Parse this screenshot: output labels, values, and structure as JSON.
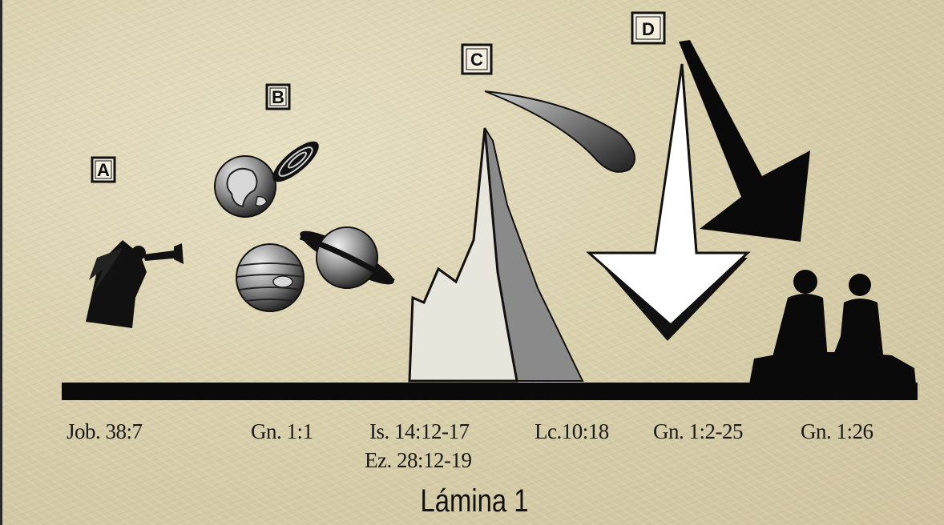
{
  "markers": {
    "a": "A",
    "b": "B",
    "c": "C",
    "d": "D"
  },
  "references": {
    "job": "Job. 38:7",
    "gn11": "Gn. 1:1",
    "is": "Is. 14:12-17",
    "ez": "Ez. 28:12-19",
    "lc": "Lc.10:18",
    "gn12": "Gn. 1:2-25",
    "gn126": "Gn. 1:26"
  },
  "title": "Lámina 1",
  "icons": [
    "angel-trumpet-icon",
    "earth-icon",
    "galaxy-icon",
    "jupiter-icon",
    "saturn-icon",
    "mountain-icon",
    "comet-icon",
    "down-arrow-icon",
    "diagonal-arrow-icon",
    "couple-silhouette-icon"
  ],
  "colors": {
    "background": "#d9d0ae",
    "ink": "#111111",
    "timeline": "#0a0a0a",
    "grey": "#8a8a8a"
  }
}
